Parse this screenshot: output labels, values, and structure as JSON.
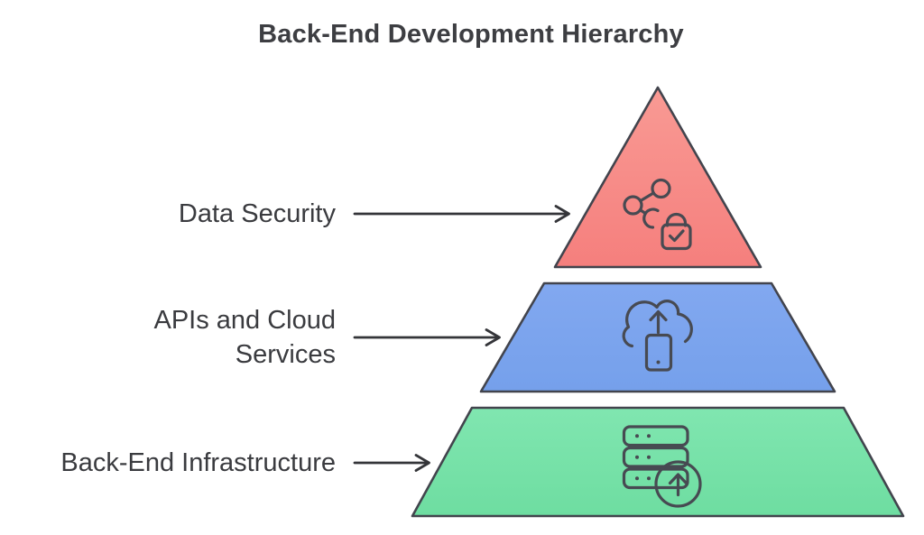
{
  "title": "Back-End Development Hierarchy",
  "colors": {
    "background": "#ffffff",
    "outline": "#42444d",
    "icon_stroke": "#474a52",
    "arrow": "#343539",
    "text": "#3a3b3f"
  },
  "levels": [
    {
      "label": "Data Security",
      "icon": "share-lock-icon",
      "fill_top": "#f99a94",
      "fill_bottom": "#f57f7d",
      "fill_mid": "#f78481"
    },
    {
      "label": "APIs and Cloud Services",
      "icon": "cloud-upload-icon",
      "fill_top": "#82a8f0",
      "fill_bottom": "#75a0eb",
      "fill_mid": "#7aa3ee"
    },
    {
      "label": "Back-End Infrastructure",
      "icon": "server-upload-icon",
      "fill_top": "#80e6b0",
      "fill_bottom": "#6edda1",
      "fill_mid": "#74e0a8"
    }
  ]
}
